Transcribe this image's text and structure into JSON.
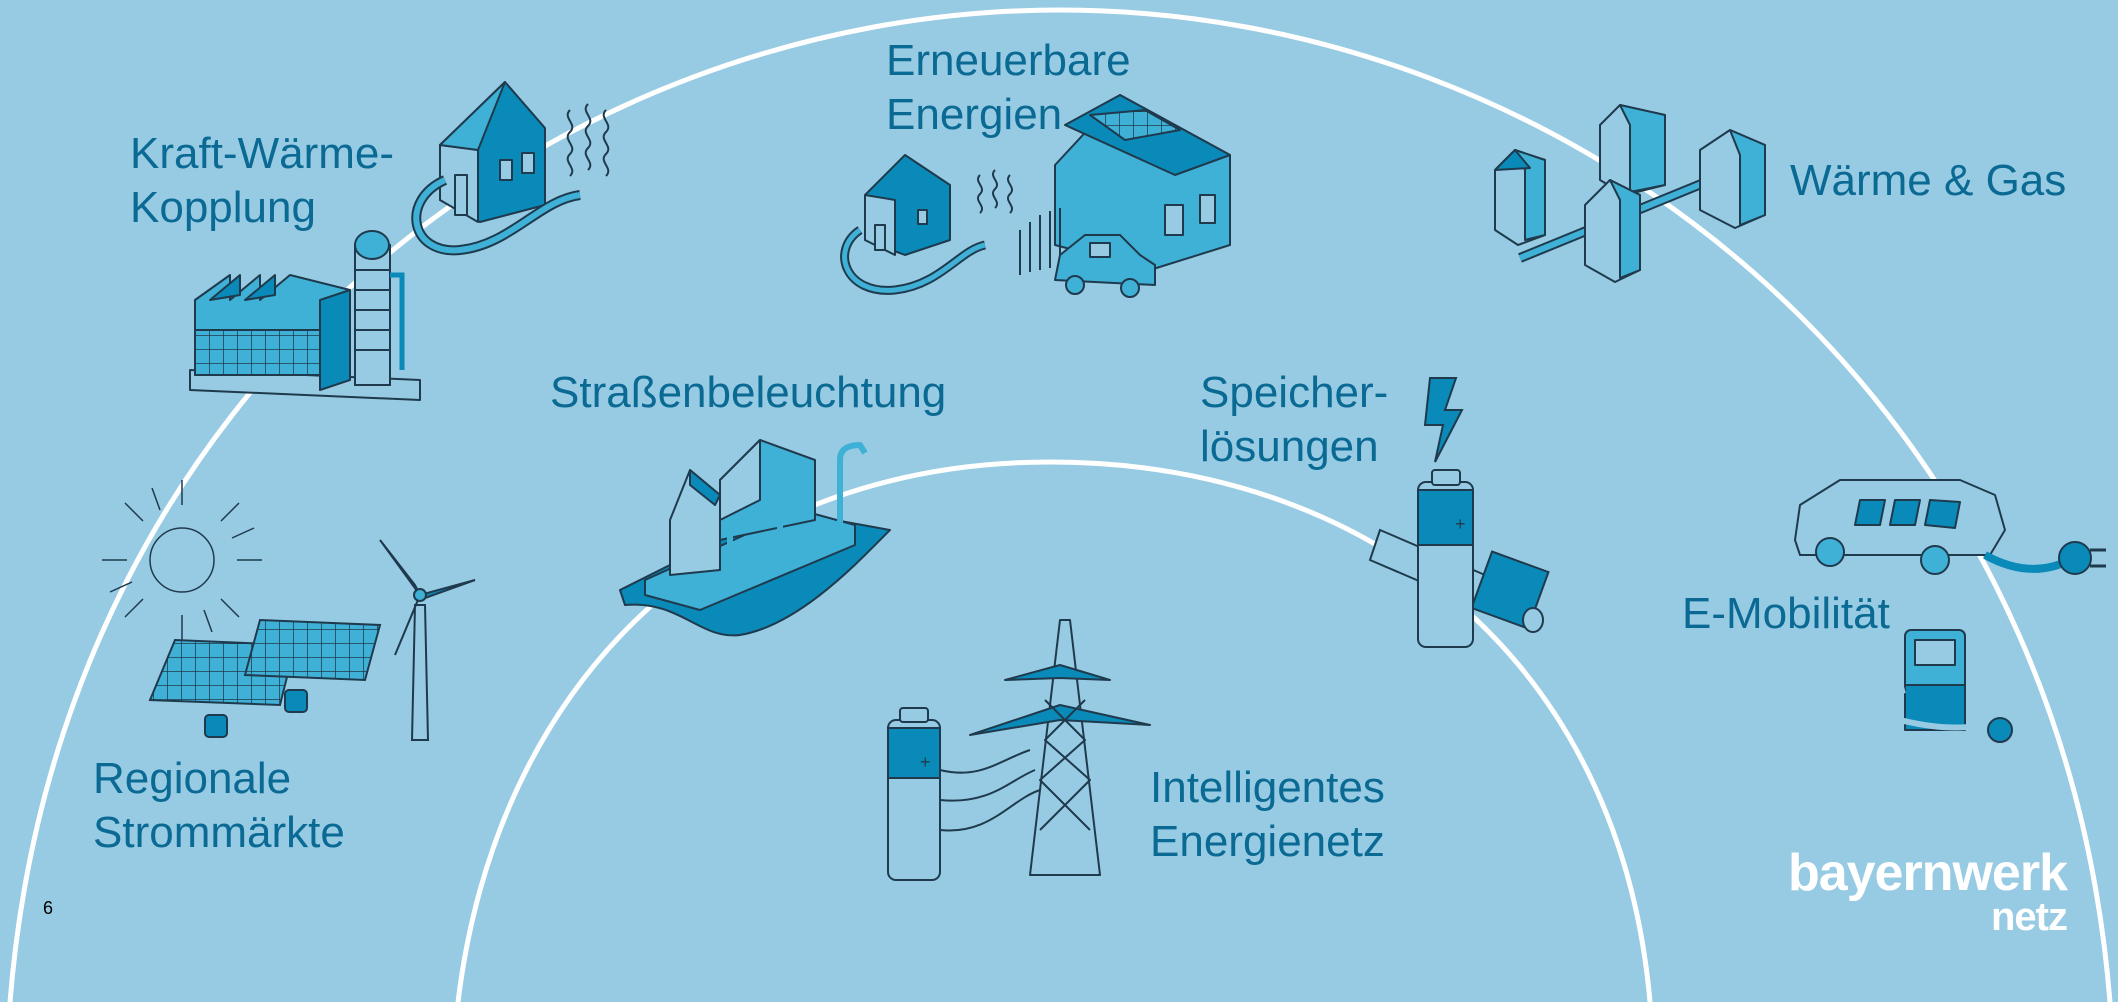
{
  "labels": {
    "kwk_line1": "Kraft-Wärme-",
    "kwk_line2": "Kopplung",
    "renewable_line1": "Erneuerbare",
    "renewable_line2": "Energien",
    "heat_gas": "Wärme & Gas",
    "street_lighting": "Straßenbeleuchtung",
    "storage_line1": "Speicher-",
    "storage_line2": "lösungen",
    "emobility": "E-Mobilität",
    "regional_line1": "Regionale",
    "regional_line2": "Strommärkte",
    "smartgrid_line1": "Intelligentes",
    "smartgrid_line2": "Energienetz"
  },
  "page_number": "6",
  "logo": {
    "line1": "bayernwerk",
    "line2": "netz"
  },
  "colors": {
    "background": "#96cbe3",
    "text": "#0b6a93",
    "arc": "#ffffff",
    "icon_fill": "#3fb0d6",
    "icon_dark": "#0a8ab9",
    "icon_stroke": "#1f3a4d"
  },
  "icons": [
    "kwk-house-icon",
    "heat-waves-icon",
    "factory-icon",
    "silo-icon",
    "solar-house-icon",
    "small-house-icon",
    "car-icon",
    "village-houses-icon",
    "street-lamps-icon",
    "lightning-icon",
    "battery-icon",
    "ev-car-icon",
    "charging-station-icon",
    "sun-icon",
    "solar-panel-icon",
    "wind-turbine-icon",
    "transmission-tower-icon"
  ]
}
